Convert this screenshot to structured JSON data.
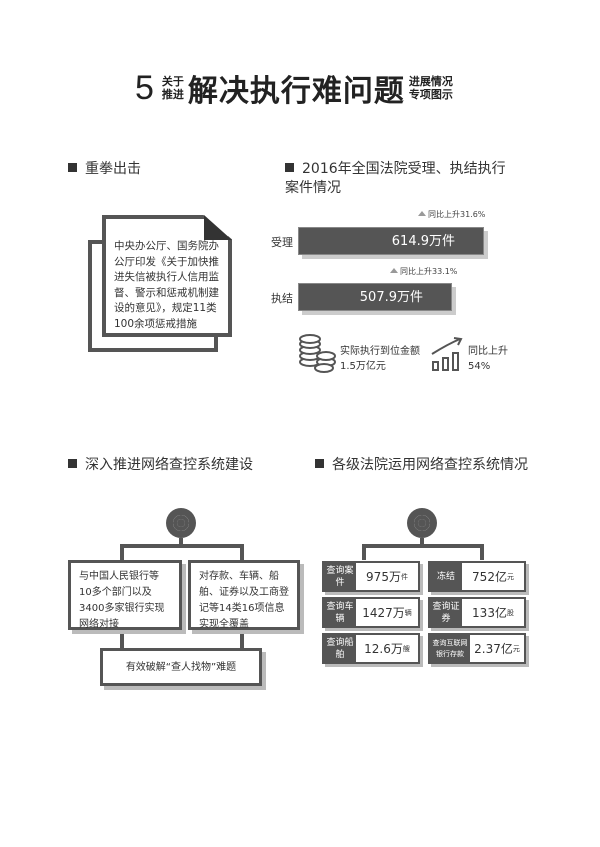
{
  "title": {
    "number": "5",
    "pre_top": "关于",
    "pre_bottom": "推进",
    "main": "解决执行难问题",
    "post_top": "进展情况",
    "post_bottom": "专项图示"
  },
  "section1": {
    "heading": "重拳出击",
    "doc_text": "中央办公厅、国务院办公厅印发《关于加快推进失信被执行人信用监督、警示和惩戒机制建设的意见》，规定11类100余项惩戒措施"
  },
  "section2": {
    "heading": "2016年全国法院受理、执结执行案件情况",
    "bars": [
      {
        "label": "受理",
        "value": "614.9万件",
        "change": "同比上升31.6%"
      },
      {
        "label": "执结",
        "value": "507.9万件",
        "change": "同比上升33.1%"
      }
    ],
    "amount_label": "实际执行到位金额",
    "amount_value": "1.5万亿元",
    "growth_label": "同比上升",
    "growth_value": "54%"
  },
  "section3": {
    "heading": "深入推进网络查控系统建设",
    "box_left": "与中国人民银行等10多个部门以及3400多家银行实现网络对接",
    "box_right": "对存款、车辆、船舶、证券以及工商登记等14类16项信息实现全覆盖",
    "box_bottom": "有效破解“查人找物”难题"
  },
  "section4": {
    "heading": "各级法院运用网络查控系统情况",
    "cells": [
      {
        "key": "查询案件",
        "num": "975万",
        "unit": "件"
      },
      {
        "key": "冻结",
        "num": "752亿",
        "unit": "元"
      },
      {
        "key": "查询车辆",
        "num": "1427万",
        "unit": "辆"
      },
      {
        "key": "查询证券",
        "num": "133亿",
        "unit": "股"
      },
      {
        "key": "查询船舶",
        "num": "12.6万",
        "unit": "艘"
      },
      {
        "key": "查询互联网银行存款",
        "num": "2.37亿",
        "unit": "元"
      }
    ]
  },
  "colors": {
    "dark": "#555555",
    "text": "#333333"
  }
}
